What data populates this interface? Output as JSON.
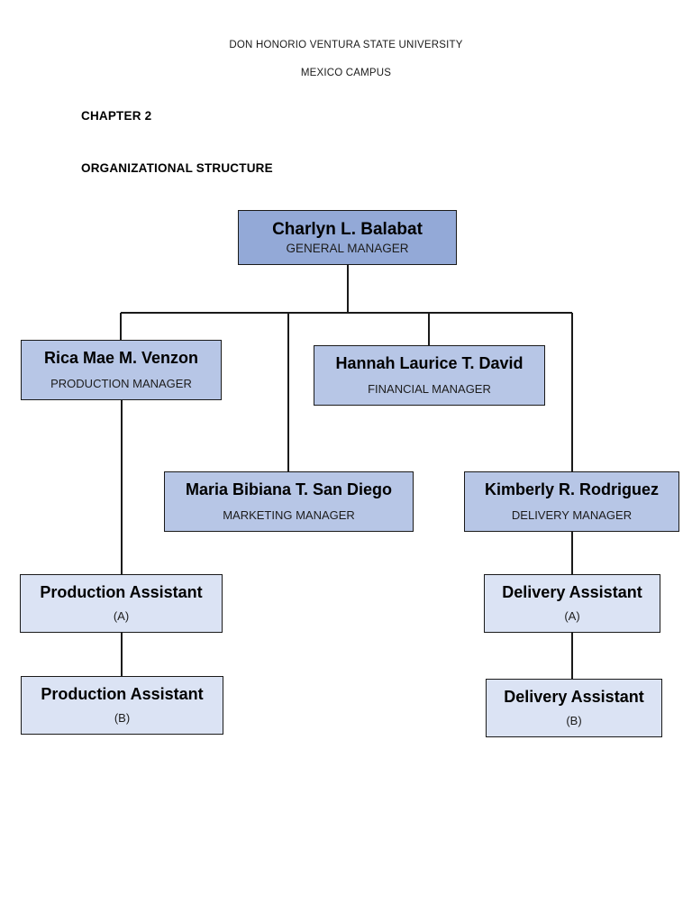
{
  "document": {
    "header_line_1": "DON HONORIO VENTURA STATE UNIVERSITY",
    "header_line_2": "MEXICO CAMPUS",
    "chapter_label": "CHAPTER 2",
    "section_title": "ORGANIZATIONAL STRUCTURE"
  },
  "colors": {
    "manager_fill": "#93a9d7",
    "sub_manager_fill": "#b7c6e6",
    "assistant_fill": "#dbe3f4",
    "border": "#1a1a1a",
    "connector": "#1a1a1a",
    "page_background": "#ffffff"
  },
  "org_chart": {
    "type": "hierarchy",
    "nodes": [
      {
        "id": "gm",
        "name": "Charlyn L. Balabat",
        "role": "GENERAL MANAGER",
        "level": 0,
        "parent": null
      },
      {
        "id": "production",
        "name": "Rica Mae M. Venzon",
        "role": "PRODUCTION MANAGER",
        "level": 1,
        "parent": "gm"
      },
      {
        "id": "financial",
        "name": "Hannah Laurice T. David",
        "role": "FINANCIAL MANAGER",
        "level": 1,
        "parent": "gm"
      },
      {
        "id": "marketing",
        "name": "Maria Bibiana T. San Diego",
        "role": "MARKETING MANAGER",
        "level": 1,
        "parent": "gm"
      },
      {
        "id": "delivery",
        "name": "Kimberly R. Rodriguez",
        "role": "DELIVERY MANAGER",
        "level": 1,
        "parent": "gm"
      },
      {
        "id": "prod_a",
        "name": "Production Assistant",
        "role": "(A)",
        "level": 2,
        "parent": "production"
      },
      {
        "id": "prod_b",
        "name": "Production Assistant",
        "role": "(B)",
        "level": 3,
        "parent": "prod_a"
      },
      {
        "id": "del_a",
        "name": "Delivery Assistant",
        "role": "(A)",
        "level": 2,
        "parent": "delivery"
      },
      {
        "id": "del_b",
        "name": "Delivery Assistant",
        "role": "(B)",
        "level": 3,
        "parent": "del_a"
      }
    ]
  }
}
